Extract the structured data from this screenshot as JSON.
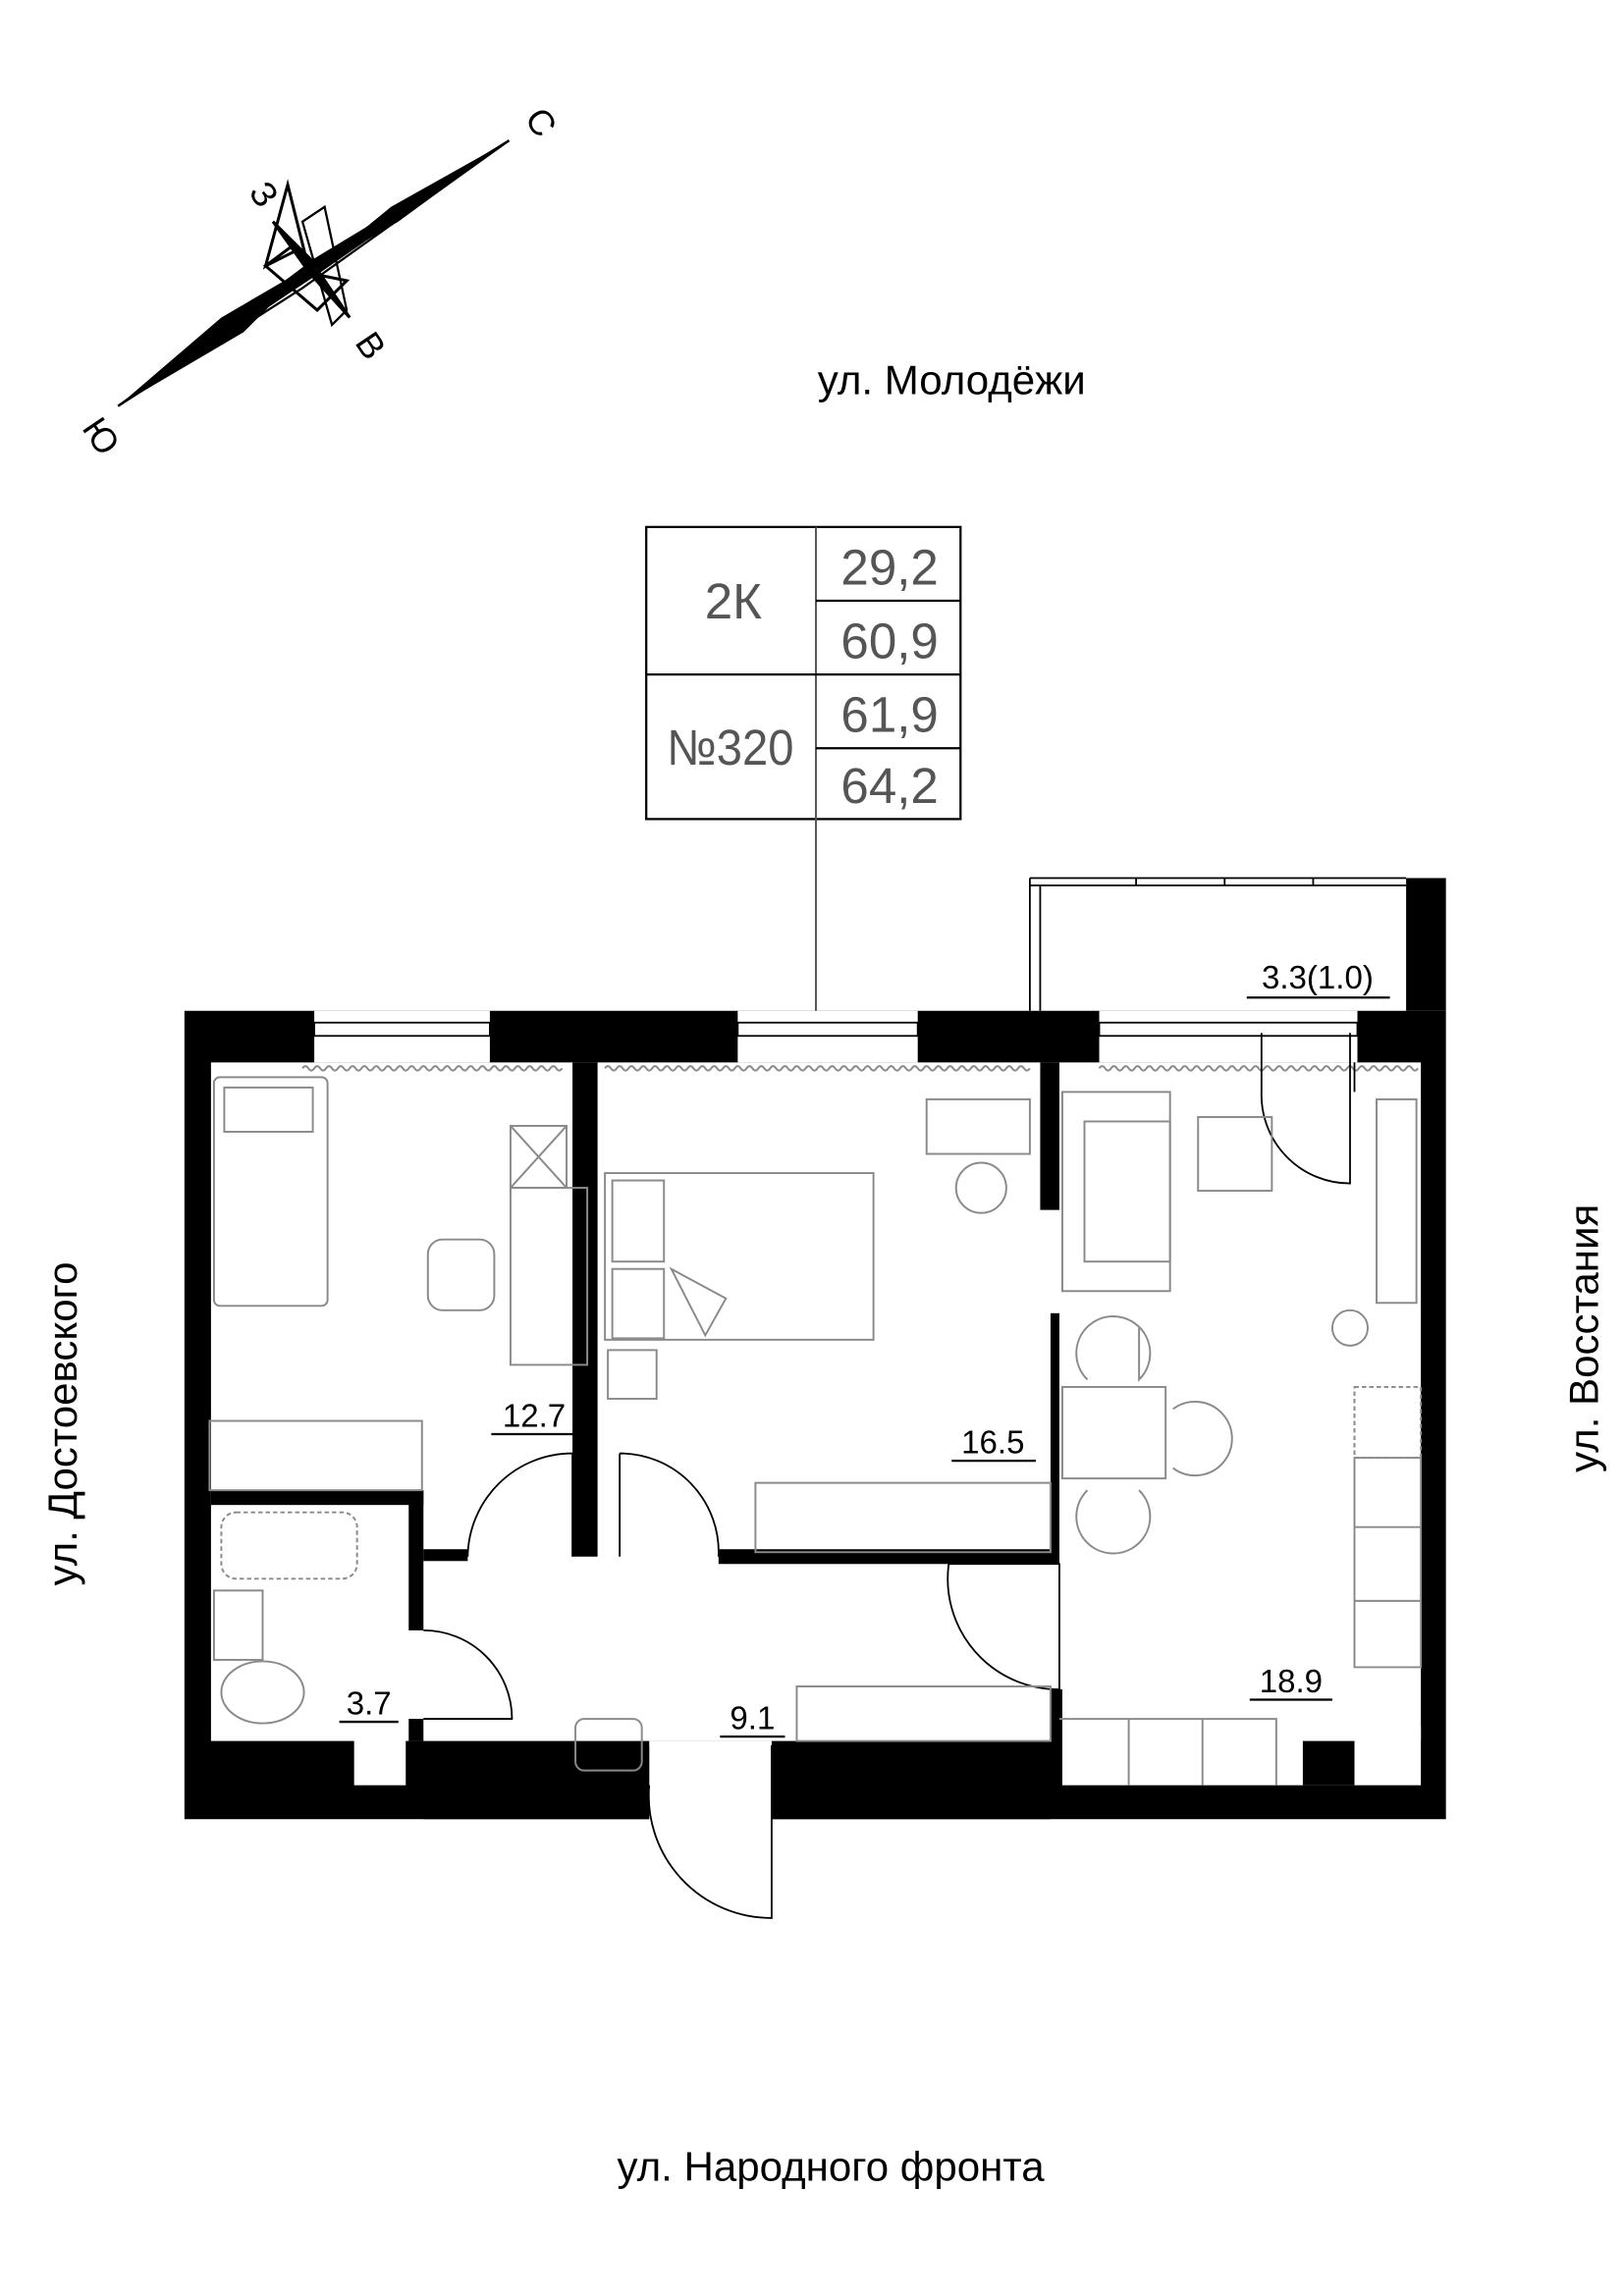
{
  "compass": {
    "north": "С",
    "west": "З",
    "east": "В",
    "south": "Ю"
  },
  "streets": {
    "top": "ул. Молодёжи",
    "left": "ул. Достоевского",
    "right": "ул. Восстания",
    "bottom": "ул. Народного фронта"
  },
  "info_box": {
    "rooms": "2К",
    "number": "№320",
    "values": [
      "29,2",
      "60,9",
      "61,9",
      "64,2"
    ]
  },
  "rooms": {
    "bedroom_1": "12.7",
    "bedroom_2": "16.5",
    "living_kitchen": "18.9",
    "bathroom": "3.7",
    "hall": "9.1",
    "balcony": "3.3(1.0)"
  },
  "colors": {
    "walls": "#000000",
    "furniture": "#8a8a8a",
    "info_text": "#555555"
  }
}
